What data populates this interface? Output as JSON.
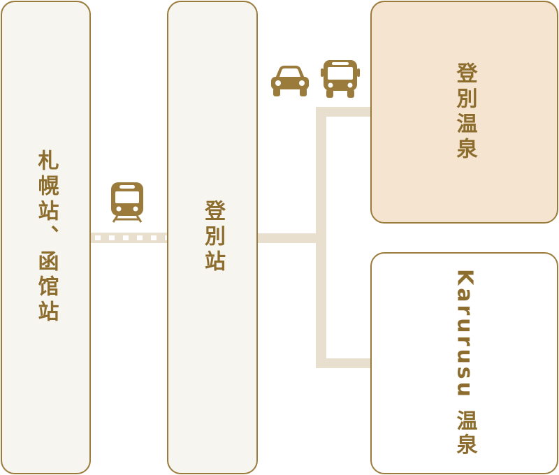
{
  "stations": {
    "origin_label": "札幌站、函馆站",
    "middle_label": "登別站"
  },
  "destinations": {
    "onsen_a_label": "登別温泉",
    "onsen_b_label": "Karurusu 温泉"
  },
  "icons": {
    "train": "train-icon",
    "car": "car-icon",
    "bus": "bus-icon"
  },
  "colors": {
    "accent": "#9a7b3c",
    "text": "#8c6d2e",
    "station_fill": "#f7f5ef",
    "highlight_fill": "#f5e4cf",
    "connector": "#e8dfcf"
  }
}
